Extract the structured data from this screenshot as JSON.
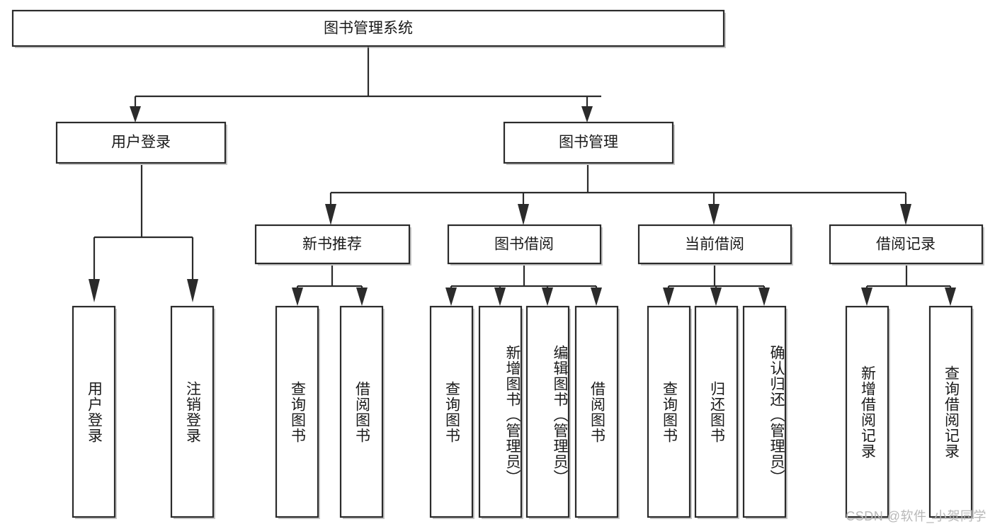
{
  "diagram": {
    "type": "tree-hierarchy",
    "title": "图书管理系统",
    "watermark": "CSDN @软件_小贺同学",
    "colors": {
      "background": "#ffffff",
      "stroke": "#2b2b2b",
      "text": "#1a1a1a",
      "shadow": "#9a9a9a",
      "watermark": "#b8b8b8"
    },
    "levels": {
      "root": {
        "label": "图书管理系统"
      },
      "level2": [
        {
          "label": "用户登录"
        },
        {
          "label": "图书管理"
        }
      ],
      "level3": [
        {
          "label": "新书推荐",
          "parent": "图书管理"
        },
        {
          "label": "图书借阅",
          "parent": "图书管理"
        },
        {
          "label": "当前借阅",
          "parent": "图书管理"
        },
        {
          "label": "借阅记录",
          "parent": "图书管理"
        }
      ],
      "level4": [
        {
          "label": "用户登录",
          "parent": "用户登录"
        },
        {
          "label": "注销登录",
          "parent": "用户登录"
        },
        {
          "label": "查询图书",
          "parent": "新书推荐"
        },
        {
          "label": "借阅图书",
          "parent": "新书推荐"
        },
        {
          "label": "查询图书",
          "parent": "图书借阅"
        },
        {
          "label": "新增图书（管理员）",
          "parent": "图书借阅"
        },
        {
          "label": "编辑图书（管理员）",
          "parent": "图书借阅"
        },
        {
          "label": "借阅图书",
          "parent": "图书借阅"
        },
        {
          "label": "查询图书",
          "parent": "当前借阅"
        },
        {
          "label": "归还图书",
          "parent": "当前借阅"
        },
        {
          "label": "确认归还（管理员）",
          "parent": "当前借阅"
        },
        {
          "label": "新增借阅记录",
          "parent": "借阅记录"
        },
        {
          "label": "查询借阅记录",
          "parent": "借阅记录"
        }
      ]
    }
  }
}
